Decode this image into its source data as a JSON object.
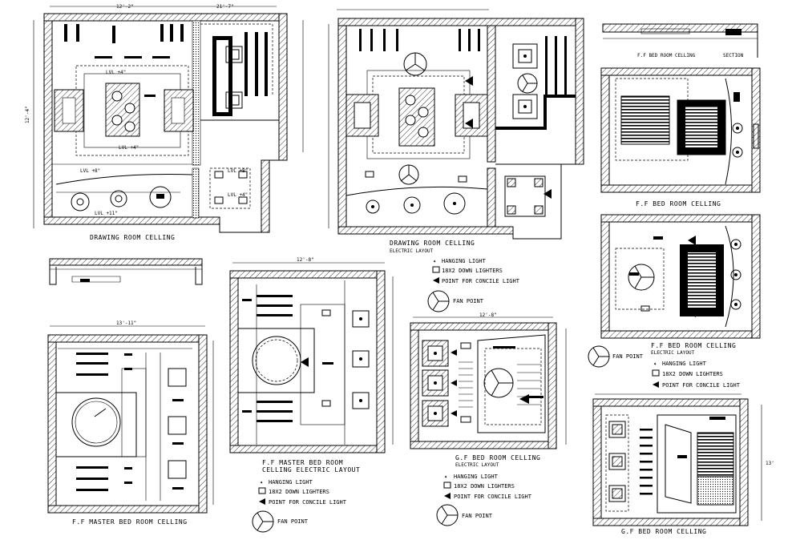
{
  "labels": {
    "drawing_room_ceiling": "DRAWING ROOM CELLING",
    "drawing_room_ceiling_electric": "DRAWING ROOM CELLING",
    "electric_layout": "ELECTRIC LAYOUT",
    "ff_bed_section": "F.F BED ROOM CELLING",
    "section": "SECTION",
    "ff_bed_ceiling": "F.F BED ROOM CELLING",
    "ff_bed_electric": "F.F BED ROOM CELLING",
    "ff_bed_electric_sub": "ELECTRIC LAYOUT",
    "ff_master_electric": "F.F MASTER BED ROOM",
    "ff_master_electric_sub": "CELLING ELECTRIC LAYOUT",
    "ff_master_ceiling": "F.F MASTER BED ROOM CELLING",
    "gf_bed_electric": "G.F BED ROOM CELLING",
    "gf_bed_electric_sub": "ELECTRIC LAYOUT",
    "gf_bed_ceiling": "G.F BED ROOM CELLING"
  },
  "legend": {
    "hanging_light": "HANGING LIGHT",
    "down_lighters": "18X2 DOWN LIGHTERS",
    "concile_light": "POINT FOR CONCILE LIGHT",
    "fan_point": "FAN POINT"
  },
  "levels": {
    "lvl_a": "LVL +4\"",
    "lvl_b": "LVL +4\"",
    "lvl_c": "LVL +8\"",
    "lvl_d": "LVL +11\"",
    "lvl_e": "LVL +8\"",
    "lvl_f": "LVL +4\""
  },
  "dims": {
    "d1": "12'-2\"",
    "d2": "21'-7\"",
    "d3": "12'-4\"",
    "d4": "12'-8\"",
    "d5": "13'-11\"",
    "d6": "12'-8\"",
    "d7": "13'"
  }
}
